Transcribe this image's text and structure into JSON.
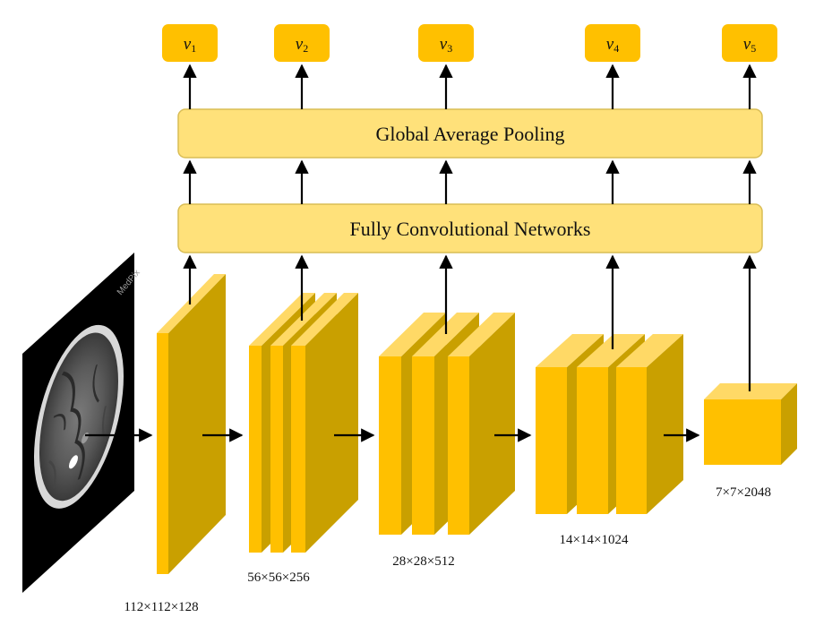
{
  "pooling_label": "Global Average Pooling",
  "fcn_label": "Fully Convolutional Networks",
  "outputs": [
    {
      "symbol": "v",
      "sub": "1"
    },
    {
      "symbol": "v",
      "sub": "2"
    },
    {
      "symbol": "v",
      "sub": "3"
    },
    {
      "symbol": "v",
      "sub": "4"
    },
    {
      "symbol": "v",
      "sub": "5"
    }
  ],
  "stages": [
    {
      "dims": "112×112×128"
    },
    {
      "dims": "56×56×256"
    },
    {
      "dims": "28×28×512"
    },
    {
      "dims": "14×14×1024"
    },
    {
      "dims": "7×7×2048"
    }
  ],
  "input_image": {
    "watermark": "MedPix"
  },
  "colors": {
    "box_fill": "#ffe17a",
    "box_stroke": "#d9bd55",
    "block_front": "#ffc000",
    "block_top": "#ffd966",
    "block_side": "#c9a000",
    "output_fill": "#ffc000",
    "arrow": "#000000"
  }
}
